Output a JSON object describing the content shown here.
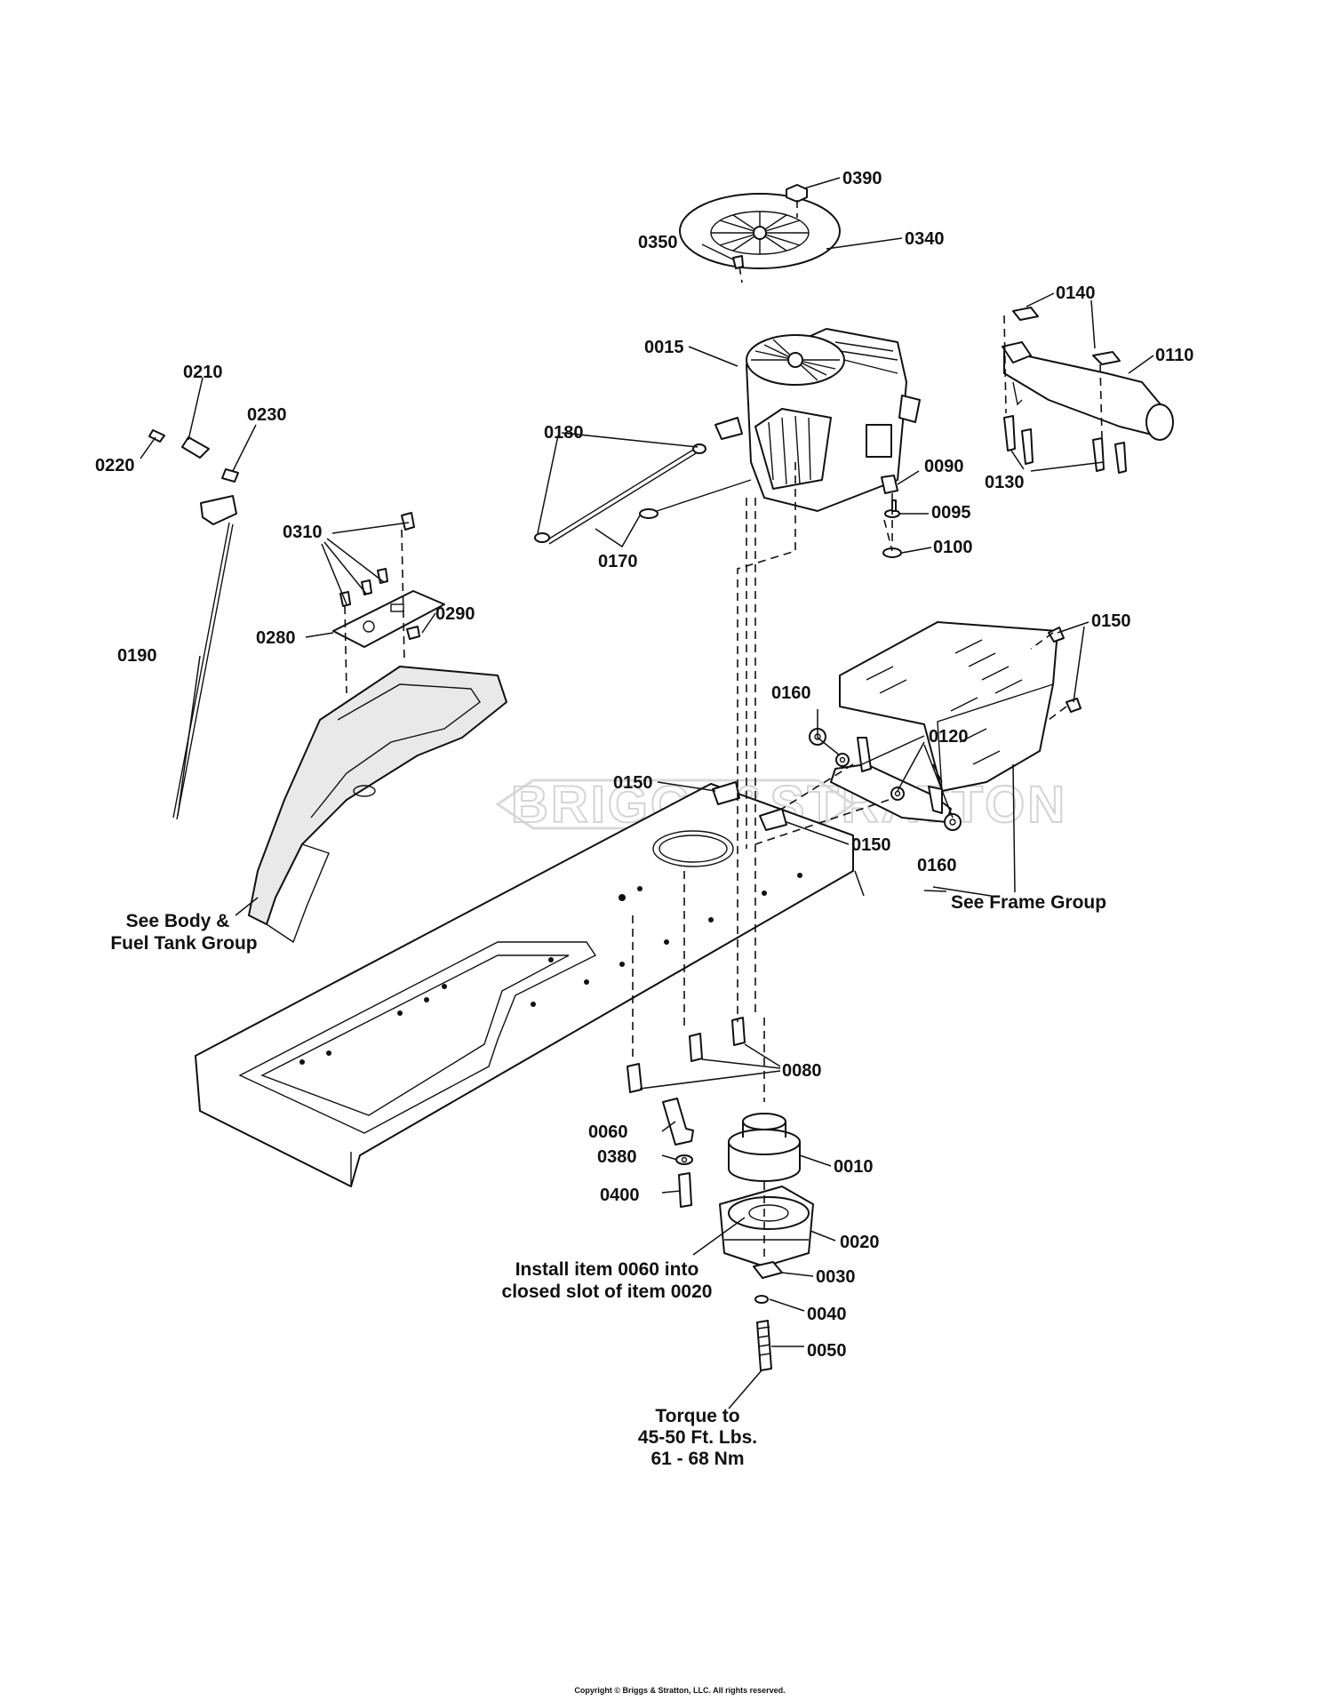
{
  "watermark": "BRIGGS&STRATTON",
  "copyright": "Copyright © Briggs & Stratton, LLC. All rights reserved.",
  "callouts": [
    {
      "id": "0390",
      "text": "0390"
    },
    {
      "id": "0340",
      "text": "0340"
    },
    {
      "id": "0350",
      "text": "0350"
    },
    {
      "id": "0140",
      "text": "0140"
    },
    {
      "id": "0015",
      "text": "0015"
    },
    {
      "id": "0110",
      "text": "0110"
    },
    {
      "id": "0210",
      "text": "0210"
    },
    {
      "id": "0230",
      "text": "0230"
    },
    {
      "id": "0220",
      "text": "0220"
    },
    {
      "id": "0180",
      "text": "0180"
    },
    {
      "id": "0090",
      "text": "0090"
    },
    {
      "id": "0130",
      "text": "0130"
    },
    {
      "id": "0095",
      "text": "0095"
    },
    {
      "id": "0310",
      "text": "0310"
    },
    {
      "id": "0100",
      "text": "0100"
    },
    {
      "id": "0170",
      "text": "0170"
    },
    {
      "id": "0290",
      "text": "0290"
    },
    {
      "id": "0280",
      "text": "0280"
    },
    {
      "id": "0150",
      "text": "0150"
    },
    {
      "id": "0190",
      "text": "0190"
    },
    {
      "id": "0160",
      "text": "0160"
    },
    {
      "id": "0120",
      "text": "0120"
    },
    {
      "id": "0080",
      "text": "0080"
    },
    {
      "id": "0060",
      "text": "0060"
    },
    {
      "id": "0380",
      "text": "0380"
    },
    {
      "id": "0010",
      "text": "0010"
    },
    {
      "id": "0400",
      "text": "0400"
    },
    {
      "id": "0020",
      "text": "0020"
    },
    {
      "id": "0030",
      "text": "0030"
    },
    {
      "id": "0040",
      "text": "0040"
    },
    {
      "id": "0050",
      "text": "0050"
    }
  ],
  "notes": {
    "body_group": [
      "See Body &",
      "Fuel Tank Group"
    ],
    "frame_group": "See Frame Group",
    "install": [
      "Install item 0060 into",
      "closed slot of item 0020"
    ],
    "torque": [
      "Torque to",
      "45-50 Ft. Lbs.",
      "61 - 68 Nm"
    ]
  }
}
